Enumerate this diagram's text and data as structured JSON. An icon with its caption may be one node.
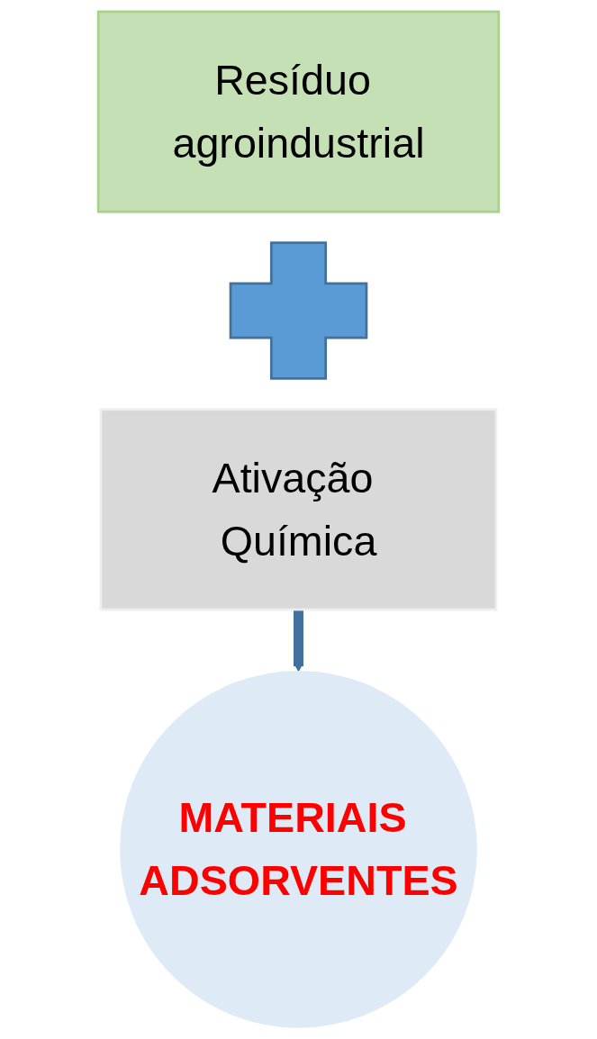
{
  "diagram": {
    "nodes": [
      {
        "text": [
          "Resíduo agroindustrial"
        ]
      },
      {
        "text": [],
        "shape": "plus"
      },
      {
        "text": [
          "Ativação Química"
        ]
      },
      {
        "text": [
          "MATERIAIS ADSORVENTES"
        ]
      }
    ],
    "edges": [
      {
        "from": 2,
        "to": 3,
        "arrow": "to"
      }
    ]
  }
}
